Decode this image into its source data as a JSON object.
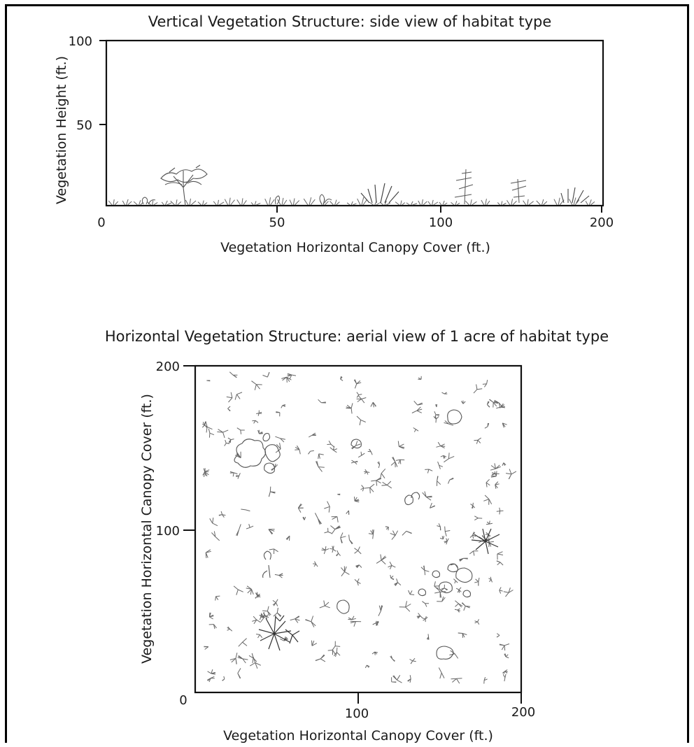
{
  "side_view": {
    "title": "Vertical Vegetation Structure: side view of habitat type",
    "y_label": "Vegetation Height (ft.)",
    "x_label": "Vegetation Horizontal Canopy Cover (ft.)",
    "y_ticks": [
      "100",
      "50",
      "0"
    ],
    "x_ticks": [
      "50",
      "100",
      "200"
    ]
  },
  "aerial_view": {
    "title": "Horizontal Vegetation Structure: aerial view of 1 acre of habitat type",
    "y_label": "Vegetation Horizontal Canopy Cover (ft.)",
    "x_label": "Vegetation Horizontal Canopy Cover (ft.)",
    "y_ticks": [
      "200",
      "100",
      "0"
    ],
    "x_ticks": [
      "100",
      "200"
    ]
  }
}
